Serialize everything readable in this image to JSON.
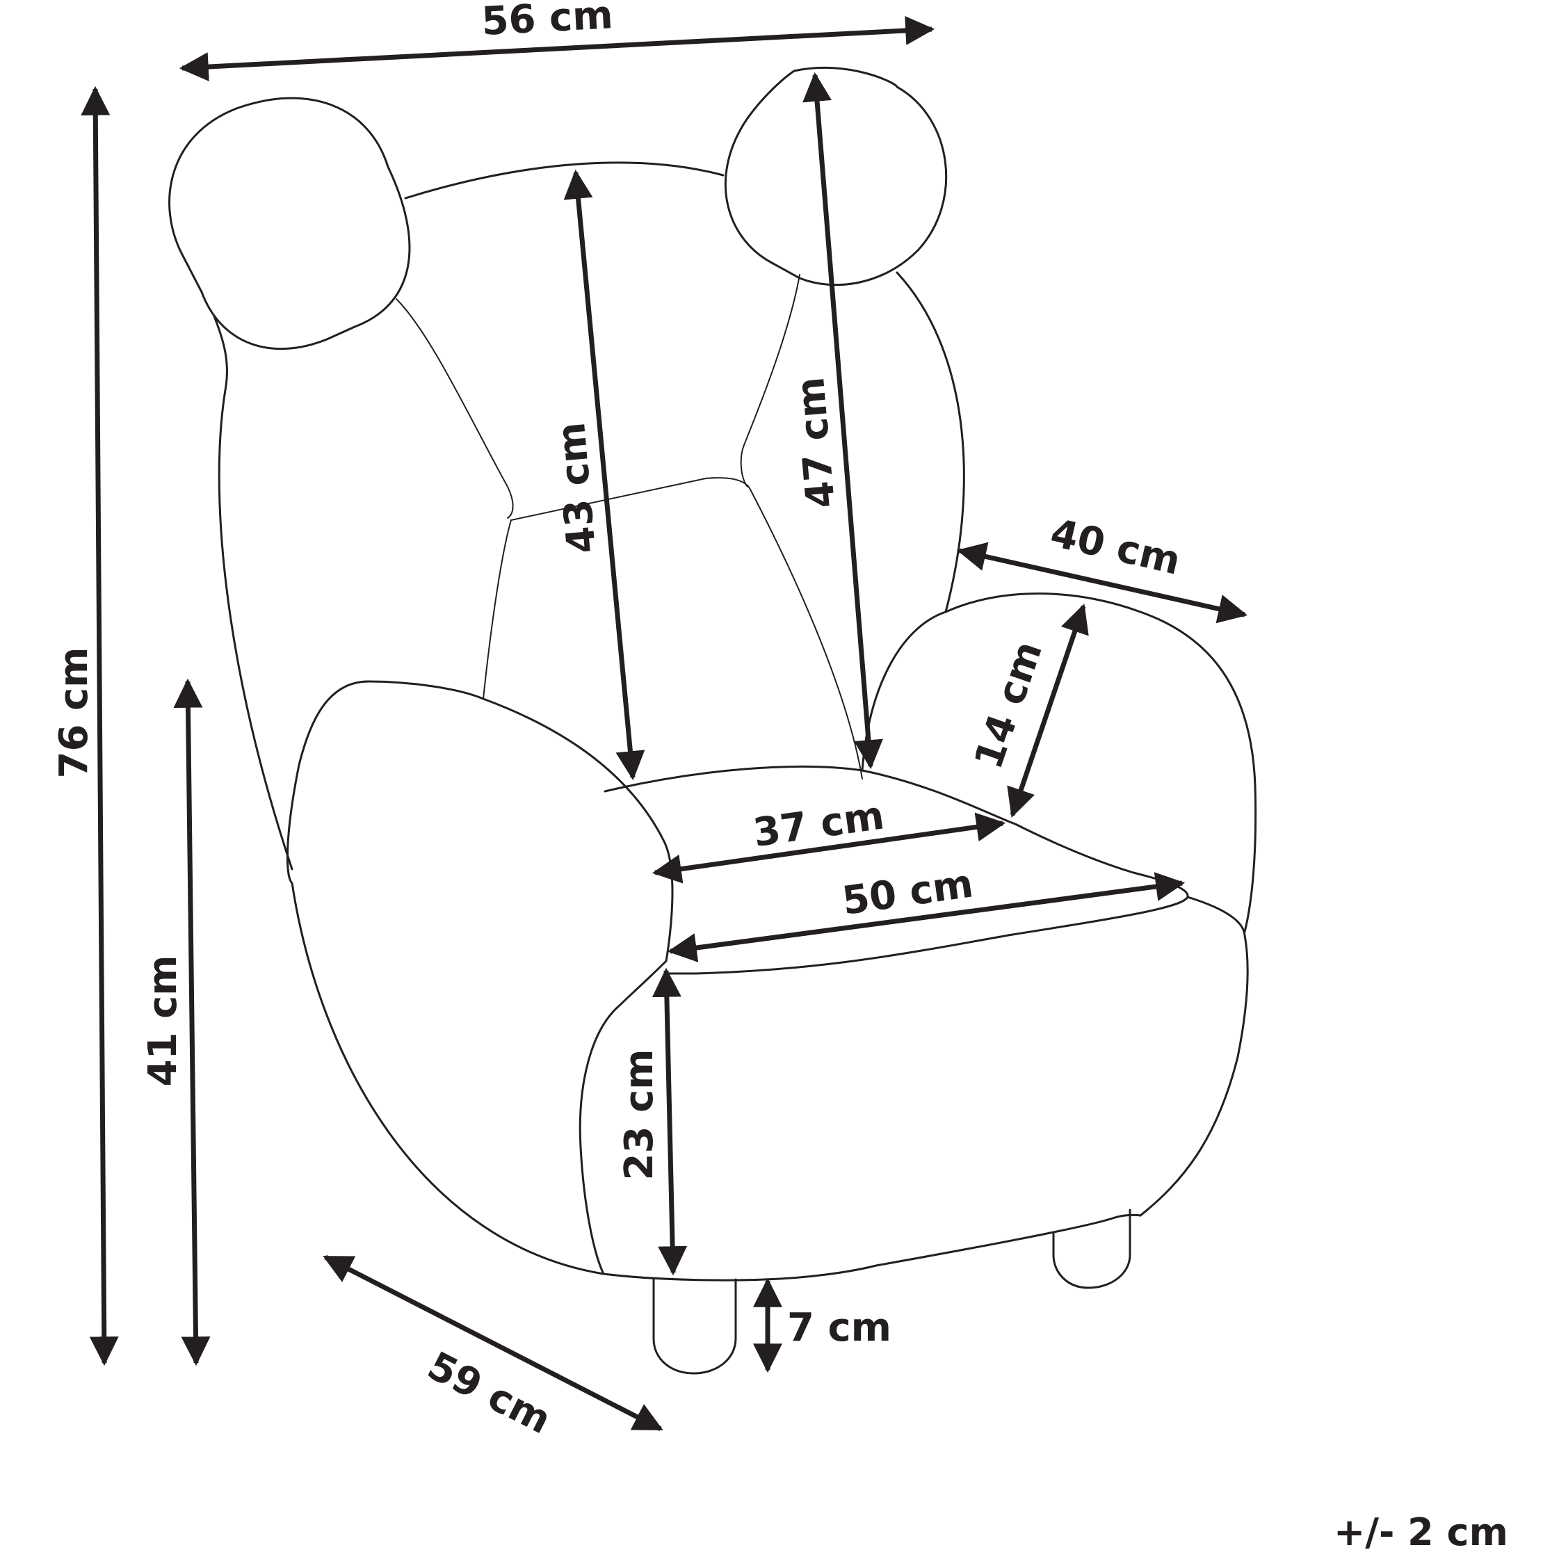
{
  "dimensions": {
    "width": "56 cm",
    "total_height": "76 cm",
    "seat_height": "41 cm",
    "back_height": "43 cm",
    "back_height_full": "47 cm",
    "arm_depth": "40 cm",
    "arm_height": "14 cm",
    "seat_depth": "37 cm",
    "seat_width": "50 cm",
    "seat_cushion_height": "23 cm",
    "leg_height": "7 cm",
    "depth": "59 cm"
  },
  "tolerance": "+/- 2 cm",
  "colors": {
    "stroke": "#231f20",
    "background": "#ffffff"
  }
}
